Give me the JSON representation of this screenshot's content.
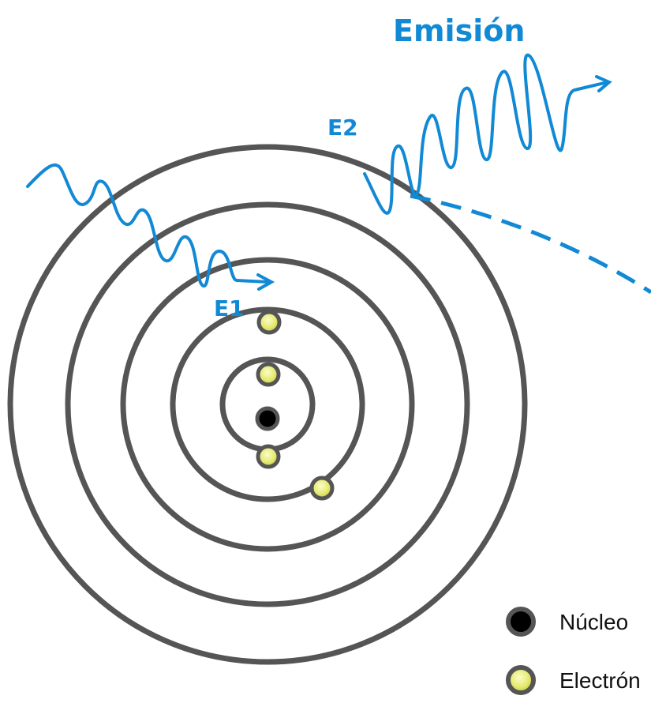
{
  "labels": {
    "title": "Emisión",
    "energy_1": "E1",
    "energy_2": "E2"
  },
  "legend": {
    "nucleus": "Núcleo",
    "electron": "Electrón"
  },
  "colors": {
    "photon": "#1289d4",
    "orbit": "#555555",
    "nucleus_fill": "#000000",
    "electron_fill": "#e6ea74"
  },
  "diagram": {
    "orbit_count": 5,
    "electron_count": 4
  }
}
